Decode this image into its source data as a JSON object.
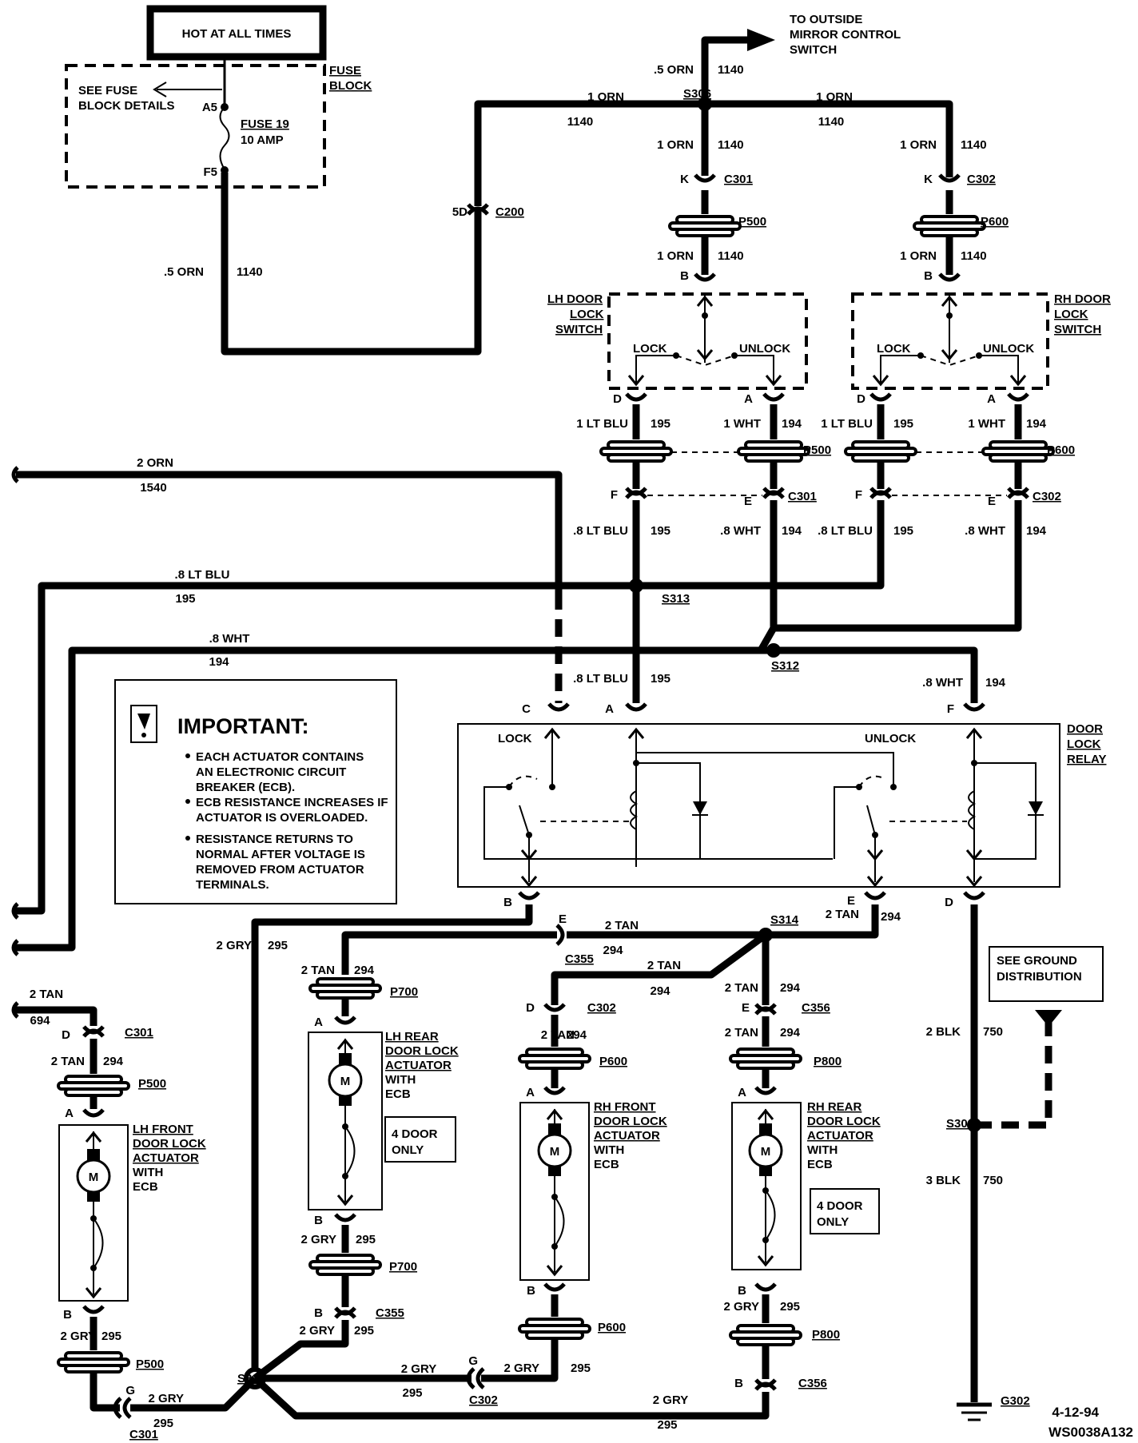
{
  "labels": {
    "hot_at_all_times": "HOT AT ALL TIMES",
    "fuse_block": [
      "FUSE",
      "BLOCK"
    ],
    "see_fuse_block_details": [
      "SEE FUSE",
      "BLOCK DETAILS"
    ],
    "fuse_a5": "A5",
    "fuse_name": "FUSE 19",
    "fuse_rating": "10 AMP",
    "fuse_f5": "F5",
    "to_mirror": [
      "TO OUTSIDE",
      "MIRROR CONTROL",
      "SWITCH"
    ],
    "lh_switch": [
      "LH DOOR",
      "LOCK",
      "SWITCH"
    ],
    "rh_switch": [
      "RH DOOR",
      "LOCK",
      "SWITCH"
    ],
    "lock": "LOCK",
    "unlock": "UNLOCK",
    "door_lock_relay": [
      "DOOR",
      "LOCK",
      "RELAY"
    ],
    "lh_rear_actuator": [
      "LH REAR",
      "DOOR LOCK",
      "ACTUATOR",
      "WITH",
      "ECB"
    ],
    "lh_front_actuator": [
      "LH FRONT",
      "DOOR LOCK",
      "ACTUATOR",
      "WITH",
      "ECB"
    ],
    "rh_front_actuator": [
      "RH FRONT",
      "DOOR LOCK",
      "ACTUATOR",
      "WITH",
      "ECB"
    ],
    "rh_rear_actuator": [
      "RH REAR",
      "DOOR LOCK",
      "ACTUATOR",
      "WITH",
      "ECB"
    ],
    "four_door_only": [
      "4 DOOR",
      "ONLY"
    ],
    "see_ground": [
      "SEE GROUND",
      "DISTRIBUTION"
    ],
    "motor": "M",
    "date_code": "4-12-94",
    "figure_code": "WS0038A132"
  },
  "important": {
    "title": "IMPORTANT:",
    "bullets": [
      [
        "EACH ACTUATOR CONTAINS",
        "AN ELECTRONIC CIRCUIT",
        "BREAKER (ECB)."
      ],
      [
        "ECB RESISTANCE INCREASES IF",
        "ACTUATOR IS OVERLOADED."
      ],
      [
        "RESISTANCE RETURNS TO",
        "NORMAL AFTER VOLTAGE IS",
        "REMOVED FROM ACTUATOR",
        "TERMINALS."
      ]
    ]
  },
  "wire_labels": [
    [
      ".5 ORN",
      255,
      345,
      "end"
    ],
    [
      "1140",
      296,
      345,
      "start"
    ],
    [
      ".5 ORN",
      868,
      92,
      "end"
    ],
    [
      "1140",
      898,
      92,
      "start"
    ],
    [
      "1 ORN",
      758,
      126,
      "middle"
    ],
    [
      "1140",
      726,
      157,
      "middle"
    ],
    [
      "1 ORN",
      1044,
      126,
      "middle"
    ],
    [
      "1140",
      1040,
      157,
      "middle"
    ],
    [
      "1 ORN",
      868,
      186,
      "end"
    ],
    [
      "1140",
      898,
      186,
      "start"
    ],
    [
      "1 ORN",
      1172,
      186,
      "end"
    ],
    [
      "1140",
      1202,
      186,
      "start"
    ],
    [
      "1 ORN",
      868,
      325,
      "end"
    ],
    [
      "1140",
      898,
      325,
      "start"
    ],
    [
      "1 ORN",
      1172,
      325,
      "end"
    ],
    [
      "1140",
      1202,
      325,
      "start"
    ],
    [
      "1 LT BLU",
      786,
      535,
      "end"
    ],
    [
      "195",
      814,
      535,
      "start"
    ],
    [
      "1 WHT",
      952,
      535,
      "end"
    ],
    [
      "194",
      978,
      535,
      "start"
    ],
    [
      "1 LT BLU",
      1092,
      535,
      "end"
    ],
    [
      "195",
      1118,
      535,
      "start"
    ],
    [
      "1 WHT",
      1258,
      535,
      "end"
    ],
    [
      "194",
      1284,
      535,
      "start"
    ],
    [
      ".8 LT BLU",
      786,
      669,
      "end"
    ],
    [
      "195",
      814,
      669,
      "start"
    ],
    [
      ".8 WHT",
      952,
      669,
      "end"
    ],
    [
      "194",
      978,
      669,
      "start"
    ],
    [
      ".8 LT BLU",
      1092,
      669,
      "end"
    ],
    [
      "195",
      1118,
      669,
      "start"
    ],
    [
      ".8 WHT",
      1258,
      669,
      "end"
    ],
    [
      "194",
      1284,
      669,
      "start"
    ],
    [
      "2 ORN",
      194,
      584,
      "middle"
    ],
    [
      "1540",
      192,
      615,
      "middle"
    ],
    [
      ".8 LT BLU",
      253,
      724,
      "middle"
    ],
    [
      "195",
      232,
      754,
      "middle"
    ],
    [
      ".8 WHT",
      287,
      804,
      "middle"
    ],
    [
      "194",
      274,
      833,
      "middle"
    ],
    [
      ".8 LT BLU",
      786,
      854,
      "end"
    ],
    [
      "195",
      814,
      854,
      "start"
    ],
    [
      ".8 WHT",
      1205,
      859,
      "end"
    ],
    [
      "194",
      1233,
      859,
      "start"
    ],
    [
      "2 TAN",
      1075,
      1149,
      "end"
    ],
    [
      "294",
      1102,
      1152,
      "start"
    ],
    [
      "2 TAN",
      778,
      1163,
      "middle"
    ],
    [
      "294",
      767,
      1194,
      "middle"
    ],
    [
      "2 TAN",
      831,
      1213,
      "middle"
    ],
    [
      "294",
      826,
      1245,
      "middle"
    ],
    [
      "2 TAN",
      949,
      1241,
      "end"
    ],
    [
      "294",
      976,
      1241,
      "start"
    ],
    [
      "2 TAN",
      949,
      1297,
      "end"
    ],
    [
      "294",
      976,
      1297,
      "start"
    ],
    [
      "2 TAN",
      719,
      1300,
      "end"
    ],
    [
      "294",
      709,
      1300,
      "start"
    ],
    [
      "2 TAN",
      419,
      1219,
      "end"
    ],
    [
      "294",
      443,
      1219,
      "start"
    ],
    [
      "2 TAN",
      106,
      1333,
      "end"
    ],
    [
      "294",
      129,
      1333,
      "start"
    ],
    [
      "2 TAN",
      58,
      1249,
      "middle"
    ],
    [
      "694",
      50,
      1282,
      "middle"
    ],
    [
      "2 GRY",
      315,
      1188,
      "end"
    ],
    [
      "295",
      335,
      1188,
      "start"
    ],
    [
      "2 GRY",
      421,
      1556,
      "end"
    ],
    [
      "295",
      445,
      1556,
      "start"
    ],
    [
      "2 GRY",
      419,
      1670,
      "end"
    ],
    [
      "295",
      443,
      1670,
      "start"
    ],
    [
      "2 GRY",
      120,
      1677,
      "end"
    ],
    [
      "295",
      127,
      1677,
      "start"
    ],
    [
      "2 GRY",
      230,
      1755,
      "end"
    ],
    [
      "295",
      192,
      1786,
      "start"
    ],
    [
      "2 GRY",
      675,
      1717,
      "end"
    ],
    [
      "295",
      714,
      1717,
      "start"
    ],
    [
      "2 GRY",
      524,
      1718,
      "middle"
    ],
    [
      "295",
      516,
      1748,
      "middle"
    ],
    [
      "2 GRY",
      839,
      1757,
      "middle"
    ],
    [
      "295",
      835,
      1788,
      "middle"
    ],
    [
      "2 GRY",
      950,
      1640,
      "end"
    ],
    [
      "295",
      976,
      1640,
      "start"
    ],
    [
      "2 BLK",
      1202,
      1296,
      "end"
    ],
    [
      "750",
      1230,
      1296,
      "start"
    ],
    [
      "3 BLK",
      1202,
      1482,
      "end"
    ],
    [
      "750",
      1230,
      1482,
      "start"
    ]
  ],
  "connector_labels": [
    [
      "C200",
      620,
      270,
      "u"
    ],
    [
      "5D",
      585,
      270,
      "p"
    ],
    [
      "C301",
      906,
      229,
      "u"
    ],
    [
      "K",
      862,
      229,
      "p"
    ],
    [
      "C302",
      1210,
      229,
      "u"
    ],
    [
      "K",
      1167,
      229,
      "p"
    ],
    [
      "P500",
      924,
      282,
      "u"
    ],
    [
      "P600",
      1227,
      282,
      "u"
    ],
    [
      "B",
      862,
      350,
      "p"
    ],
    [
      "B",
      1167,
      350,
      "p"
    ],
    [
      "D",
      778,
      504,
      "p"
    ],
    [
      "A",
      942,
      504,
      "p"
    ],
    [
      "D",
      1083,
      504,
      "p"
    ],
    [
      "A",
      1246,
      504,
      "p"
    ],
    [
      "P500",
      1005,
      568,
      "u"
    ],
    [
      "P600",
      1310,
      568,
      "u"
    ],
    [
      "C301",
      986,
      626,
      "u"
    ],
    [
      "C302",
      1292,
      626,
      "u"
    ],
    [
      "F",
      773,
      624,
      "p"
    ],
    [
      "E",
      941,
      632,
      "p"
    ],
    [
      "F",
      1079,
      624,
      "p"
    ],
    [
      "E",
      1246,
      632,
      "p"
    ],
    [
      "S306",
      855,
      122,
      "u"
    ],
    [
      "S313",
      828,
      754,
      "u"
    ],
    [
      "S312",
      965,
      838,
      "u"
    ],
    [
      "C",
      664,
      892,
      "p"
    ],
    [
      "A",
      768,
      892,
      "p"
    ],
    [
      "F",
      1194,
      892,
      "p"
    ],
    [
      "B",
      641,
      1134,
      "p"
    ],
    [
      "E",
      1070,
      1132,
      "p"
    ],
    [
      "D",
      1193,
      1134,
      "p"
    ],
    [
      "S314",
      964,
      1156,
      "u"
    ],
    [
      "E",
      709,
      1155,
      "p"
    ],
    [
      "C355",
      707,
      1205,
      "u"
    ],
    [
      "D",
      669,
      1266,
      "p"
    ],
    [
      "C302",
      735,
      1266,
      "u"
    ],
    [
      "E",
      938,
      1266,
      "p"
    ],
    [
      "C356",
      1003,
      1266,
      "u"
    ],
    [
      "P700",
      488,
      1246,
      "u"
    ],
    [
      "A",
      404,
      1284,
      "p"
    ],
    [
      "P600",
      750,
      1333,
      "u"
    ],
    [
      "P800",
      1018,
      1333,
      "u"
    ],
    [
      "A",
      669,
      1372,
      "p"
    ],
    [
      "A",
      934,
      1372,
      "p"
    ],
    [
      "D",
      88,
      1300,
      "p"
    ],
    [
      "C301",
      156,
      1297,
      "u"
    ],
    [
      "P500",
      173,
      1361,
      "u"
    ],
    [
      "A",
      92,
      1398,
      "p"
    ],
    [
      "B",
      404,
      1532,
      "p"
    ],
    [
      "P700",
      487,
      1590,
      "u"
    ],
    [
      "B",
      404,
      1648,
      "p"
    ],
    [
      "C355",
      470,
      1648,
      "u"
    ],
    [
      "B",
      670,
      1620,
      "p"
    ],
    [
      "P600",
      748,
      1666,
      "u"
    ],
    [
      "B",
      934,
      1620,
      "p"
    ],
    [
      "P800",
      1016,
      1675,
      "u"
    ],
    [
      "B",
      90,
      1650,
      "p"
    ],
    [
      "P500",
      170,
      1712,
      "u"
    ],
    [
      "G",
      169,
      1745,
      "p"
    ],
    [
      "C301",
      162,
      1800,
      "u"
    ],
    [
      "S315",
      297,
      1730,
      "u"
    ],
    [
      "G",
      598,
      1708,
      "p"
    ],
    [
      "C302",
      587,
      1757,
      "u"
    ],
    [
      "B",
      930,
      1736,
      "p"
    ],
    [
      "C356",
      999,
      1736,
      "u"
    ],
    [
      "S303",
      1184,
      1411,
      "u"
    ],
    [
      "G302",
      1252,
      1758,
      "u"
    ]
  ]
}
